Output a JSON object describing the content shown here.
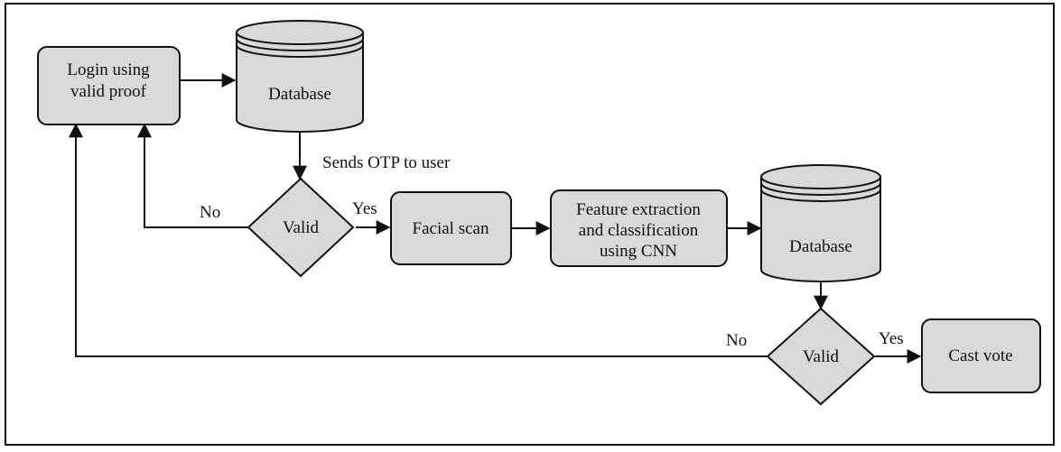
{
  "nodes": {
    "login": [
      "Login using",
      "valid proof"
    ],
    "database_top": "Database",
    "sends_otp": "Sends OTP to user",
    "valid_first": "Valid",
    "yes_first": "Yes",
    "no_first": "No",
    "facial_scan": "Facial scan",
    "feature_extraction": [
      "Feature extraction",
      "and classification",
      "using CNN"
    ],
    "database_bottom": "Database",
    "valid_second": "Valid",
    "yes_second": "Yes",
    "no_second": "No",
    "cast_vote": "Cast vote"
  },
  "colors": {
    "fill": "#d9d9d9",
    "stroke": "#111111",
    "background": "#ffffff"
  }
}
